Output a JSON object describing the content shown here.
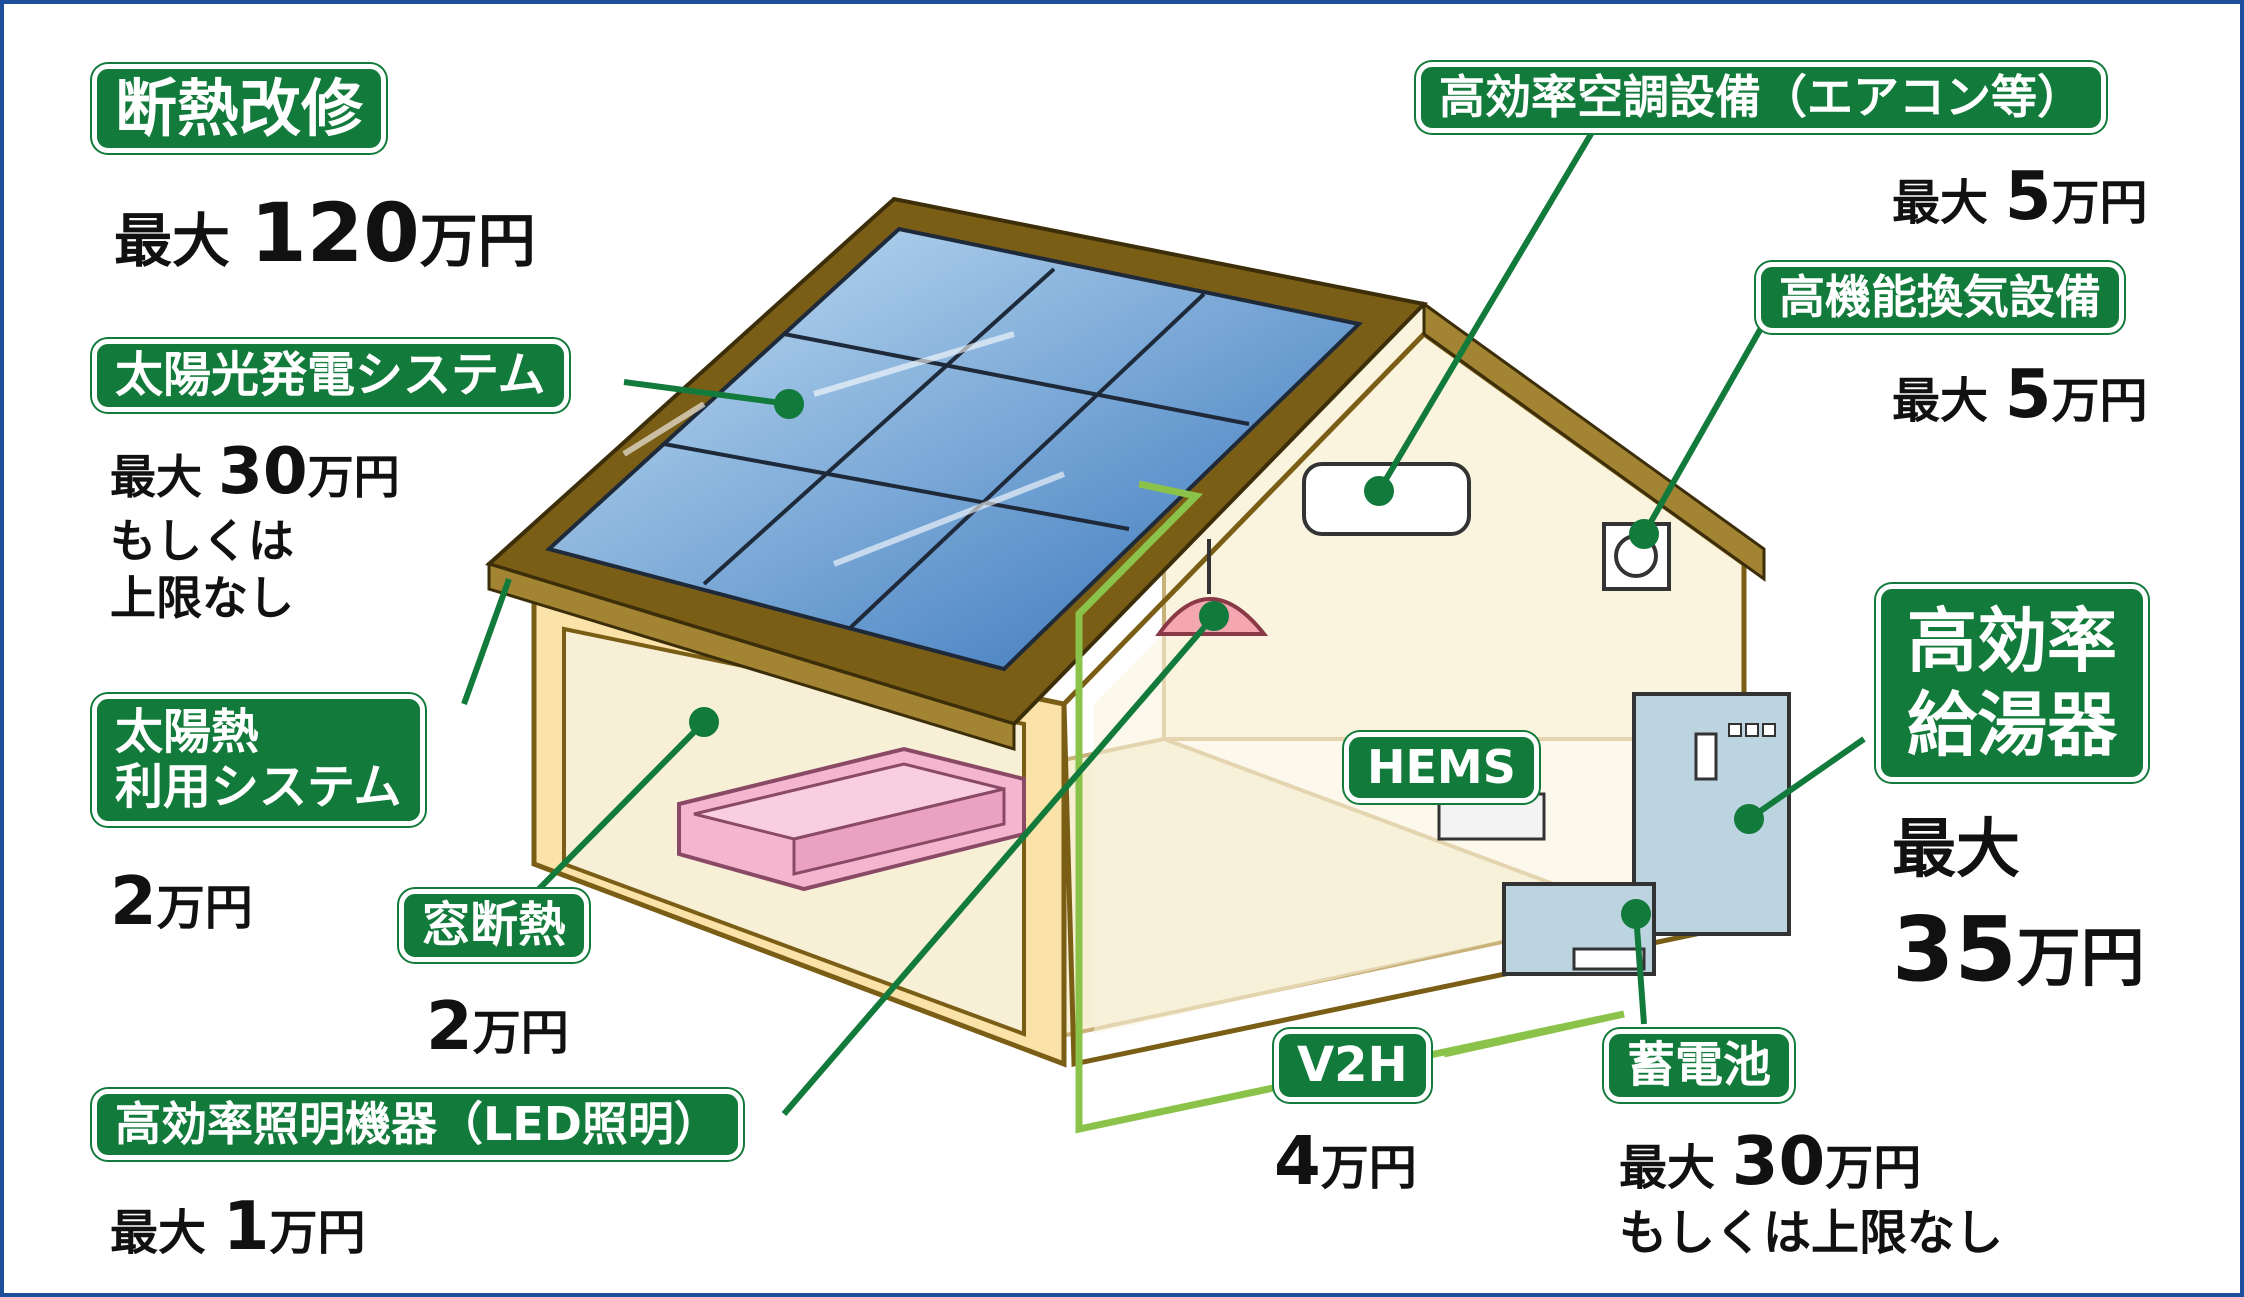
{
  "items": {
    "insulation": {
      "label": "断熱改修",
      "value_prefix": "最大",
      "value_number": "120",
      "value_unit": "万円"
    },
    "solar_power": {
      "label": "太陽光発電システム",
      "value_prefix": "最大",
      "value_number": "30",
      "value_unit": "万円",
      "value_line2": "もしくは",
      "value_line3": "上限なし"
    },
    "solar_heat": {
      "label_line1": "太陽熱",
      "label_line2": "利用システム",
      "value_number": "2",
      "value_unit": "万円"
    },
    "window": {
      "label": "窓断熱",
      "value_number": "2",
      "value_unit": "万円"
    },
    "lighting": {
      "label": "高効率照明機器（LED照明）",
      "value_prefix": "最大",
      "value_number": "1",
      "value_unit": "万円"
    },
    "aircon": {
      "label": "高効率空調設備（エアコン等）",
      "value_prefix": "最大",
      "value_number": "5",
      "value_unit": "万円"
    },
    "ventilation": {
      "label": "高機能換気設備",
      "value_prefix": "最大",
      "value_number": "5",
      "value_unit": "万円"
    },
    "water_heater": {
      "label_line1": "高効率",
      "label_line2": "給湯器",
      "value_prefix": "最大",
      "value_number": "35",
      "value_unit": "万円"
    },
    "hems": {
      "label": "HEMS"
    },
    "v2h": {
      "label": "V2H",
      "value_number": "4",
      "value_unit": "万円"
    },
    "battery": {
      "label": "蓄電池",
      "value_prefix": "最大",
      "value_number": "30",
      "value_unit": "万円",
      "value_line2": "もしくは上限なし"
    }
  },
  "colors": {
    "label_bg": "#127a3a",
    "leader_line": "#127a3a",
    "power_line": "#8bc34a",
    "border": "#1d4f9c",
    "roof": "#7b5e16",
    "wall": "#f8edc8",
    "solar_panel": "#5f9fd6"
  }
}
